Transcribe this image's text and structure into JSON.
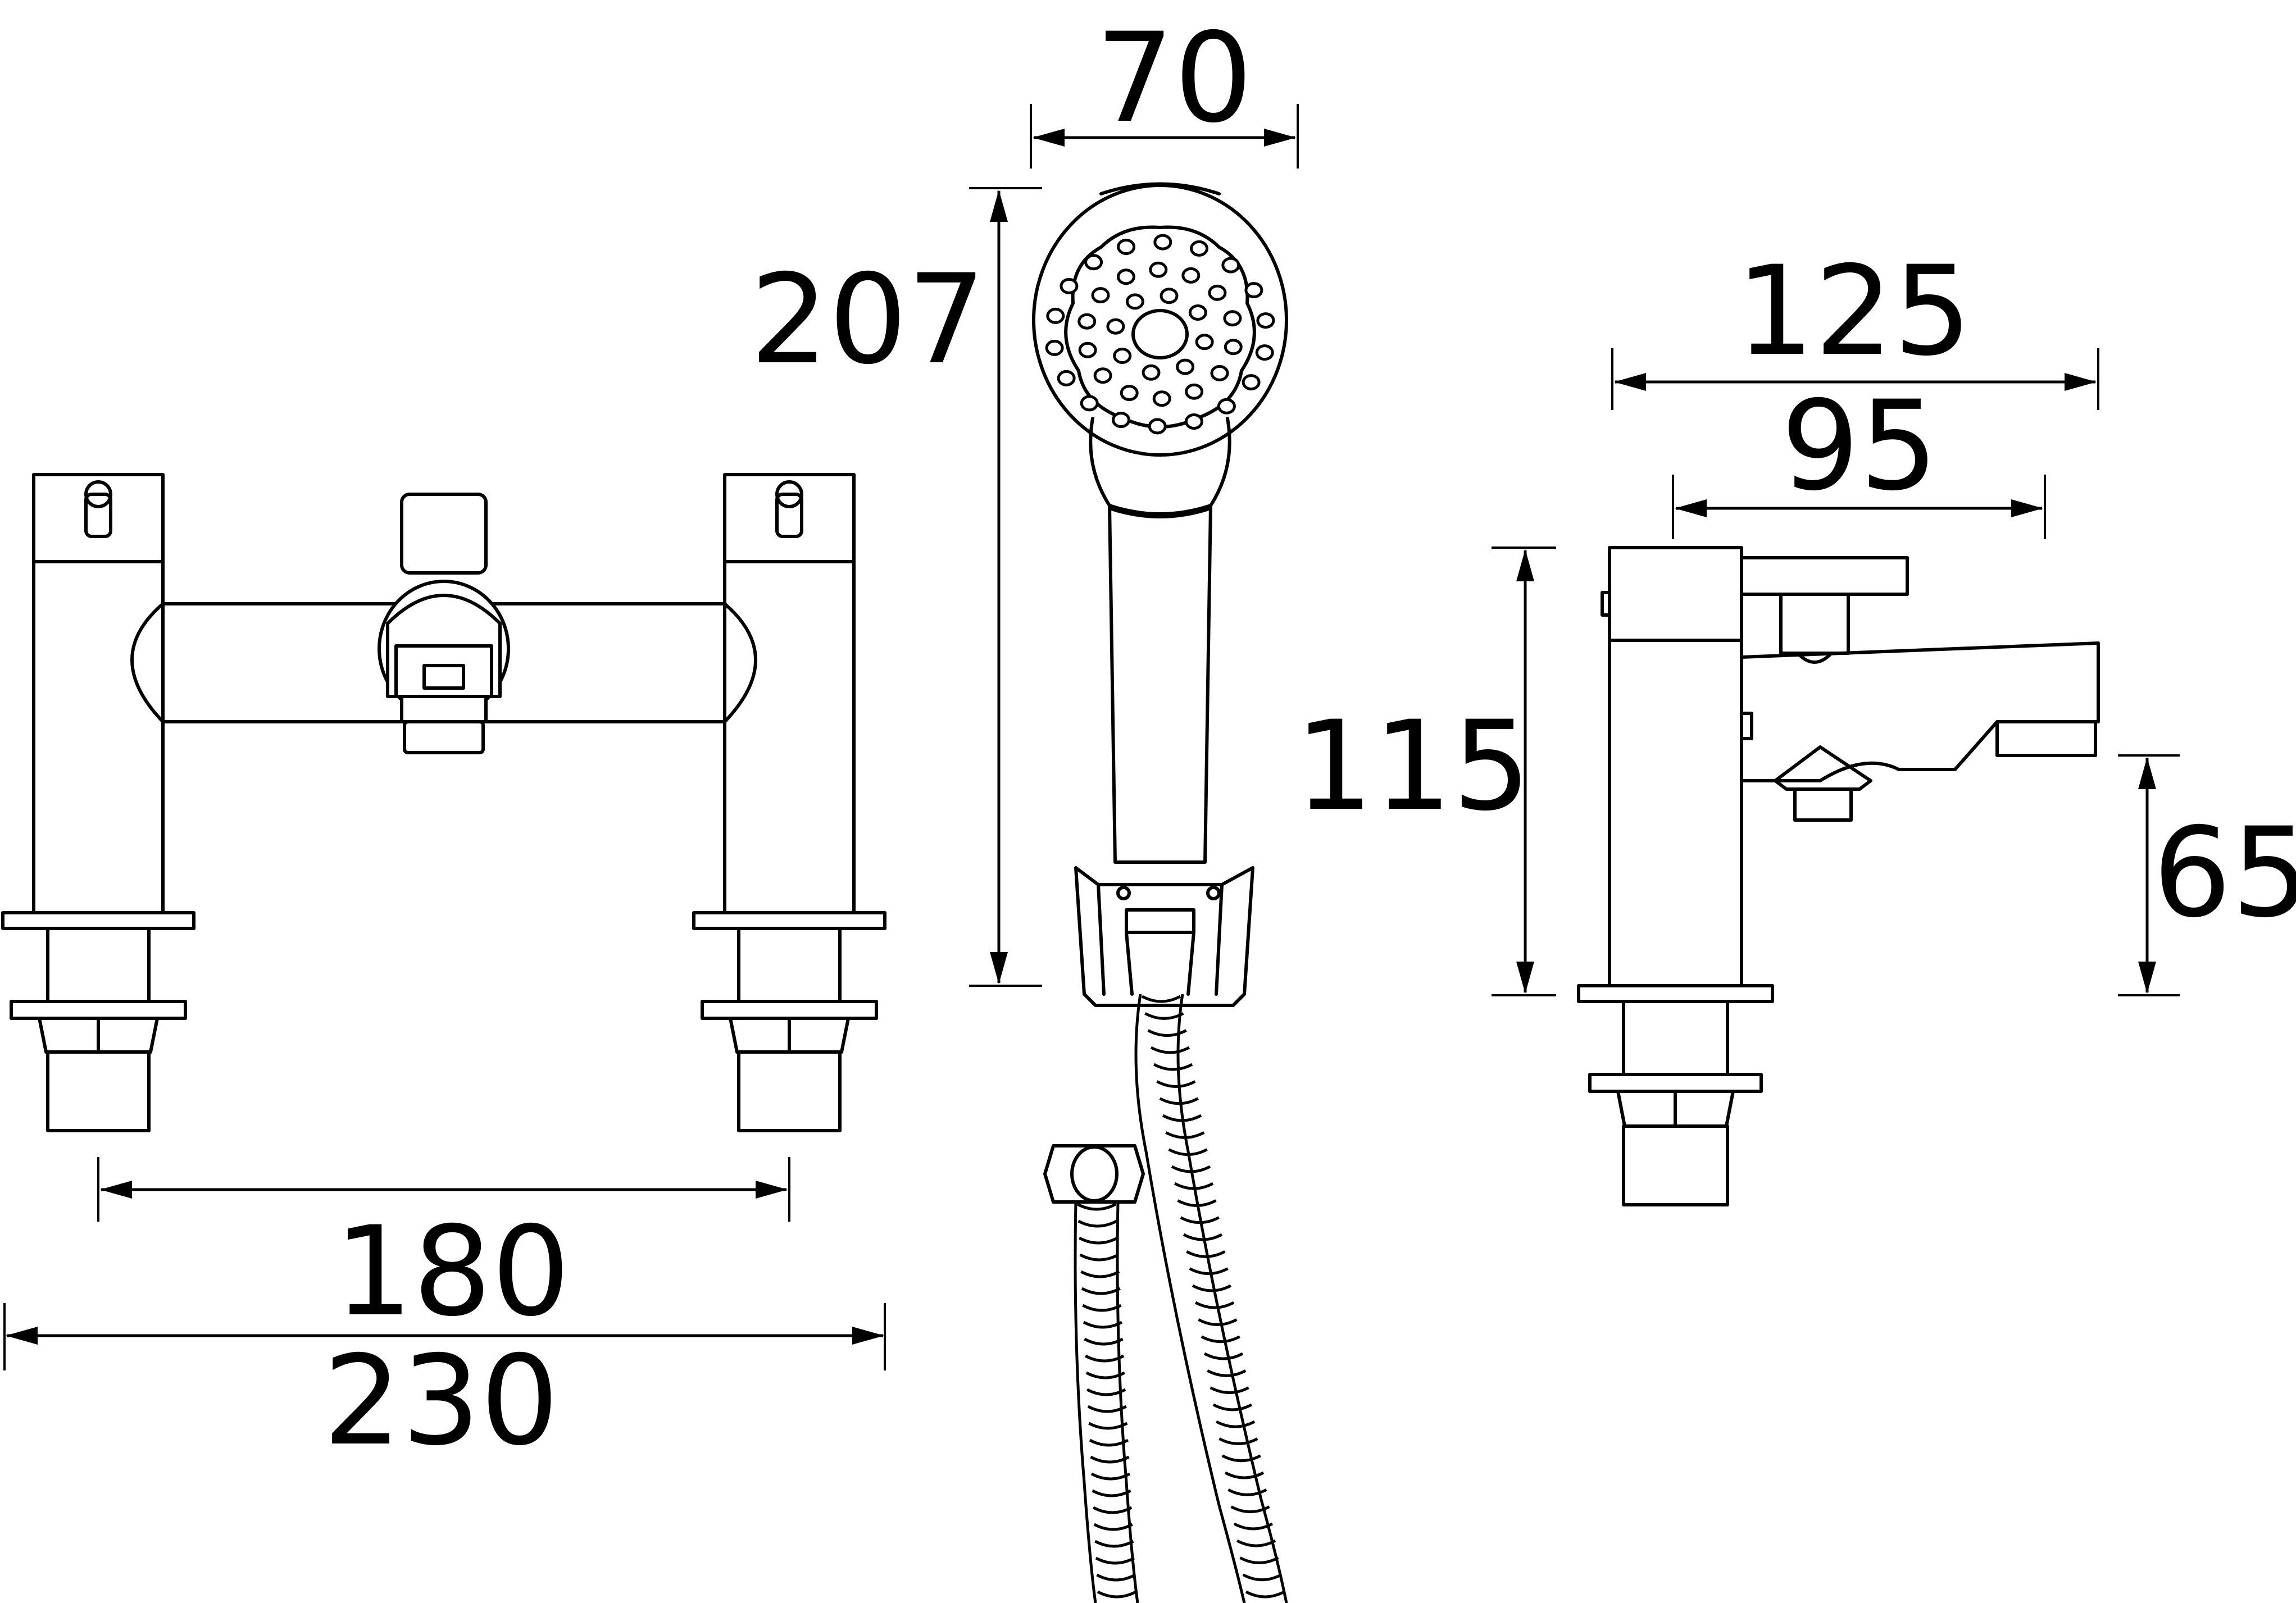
{
  "dimensions": {
    "handset_width": "70",
    "handset_height": "207",
    "projection_overall": "125",
    "projection_spout": "95",
    "height_overall": "115",
    "height_spout": "65",
    "centres": "180",
    "width_overall": "230"
  },
  "colors": {
    "line": "#000000",
    "background": "#ffffff"
  }
}
